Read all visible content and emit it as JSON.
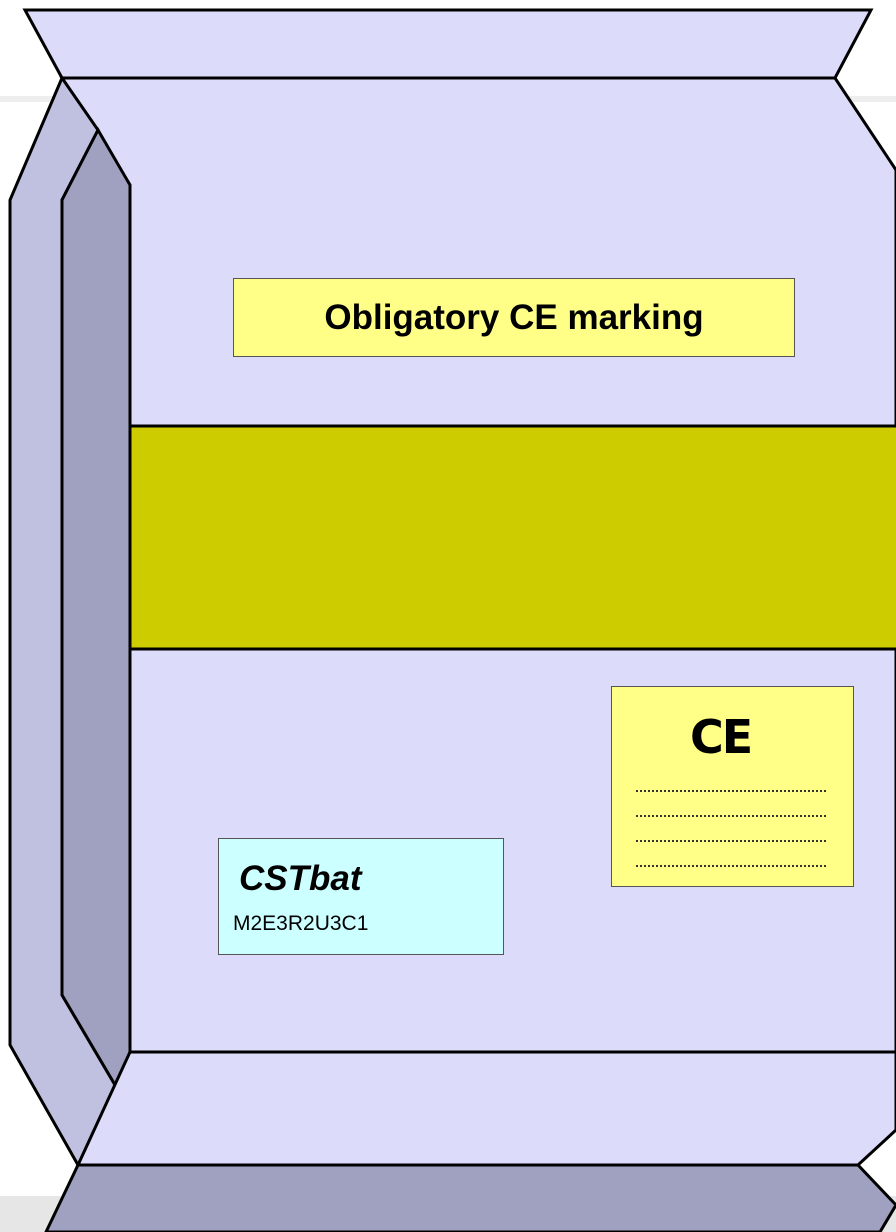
{
  "title": "Obligatory CE marking",
  "ce_label": {
    "mark": "CE",
    "blank_lines": 4
  },
  "product_label": {
    "name": "CSTbat",
    "code": "M2E3R2U3C1"
  },
  "colors": {
    "bag_face": "#dcdcfa",
    "bag_side_outer": "#c0c0e0",
    "bag_side_inner": "#a0a0c0",
    "band": "#cccc00",
    "yellow_label": "#ffff88",
    "cyan_label": "#ccffff",
    "outline": "#000000"
  }
}
